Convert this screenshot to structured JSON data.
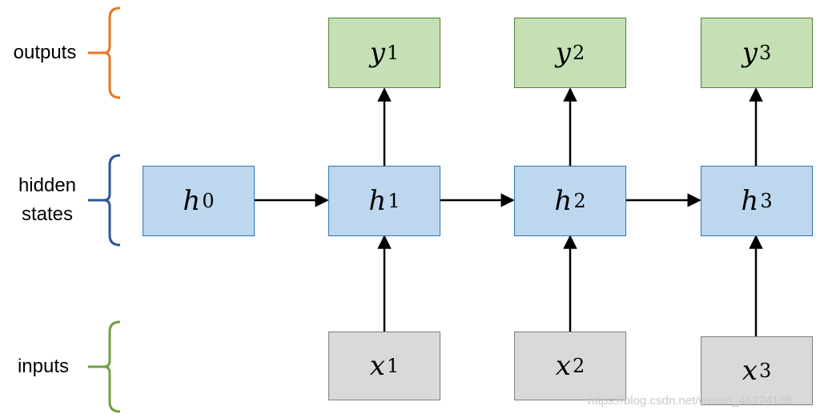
{
  "labels": {
    "outputs": "outputs",
    "hidden_line1": "hidden",
    "hidden_line2": "states",
    "inputs": "inputs"
  },
  "colors": {
    "outputs_brace": "#e87722",
    "hidden_brace": "#2f5597",
    "inputs_brace": "#70a13f",
    "output_fill": "#c5e0b4",
    "hidden_fill": "#bdd7ee",
    "input_fill": "#d9d9d9"
  },
  "nodes": {
    "y1": {
      "var": "y",
      "sub": "1"
    },
    "y2": {
      "var": "y",
      "sub": "2"
    },
    "y3": {
      "var": "y",
      "sub": "3"
    },
    "h0": {
      "var": "h",
      "sub": "0"
    },
    "h1": {
      "var": "h",
      "sub": "1"
    },
    "h2": {
      "var": "h",
      "sub": "2"
    },
    "h3": {
      "var": "h",
      "sub": "3"
    },
    "x1": {
      "var": "x",
      "sub": "1"
    },
    "x2": {
      "var": "x",
      "sub": "2"
    },
    "x3": {
      "var": "x",
      "sub": "3"
    }
  },
  "watermark": "https://blog.csdn.net/weixin_46274168"
}
